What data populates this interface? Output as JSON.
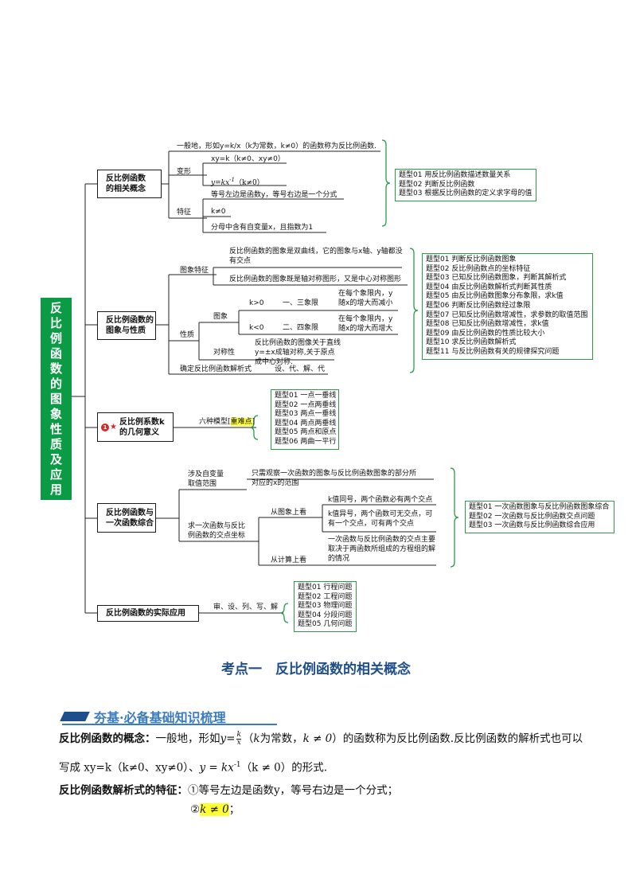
{
  "root": "反比例函数的图象性质及应用",
  "b1": {
    "title_line1": "反比例函数",
    "title_line2": "的相关概念",
    "def": "一般地，形如y=k/x（k为常数，k≠0）的函数称为反比例函数.",
    "bianxing": "变形",
    "form1": "xy=k（k≠0、xy≠0）",
    "form2_main": "y=kx",
    "form2_sup": "-1",
    "form2_cond": "（k≠0）",
    "tezheng": "特征",
    "feat1": "等号左边是函数y，等号右边是一个分式",
    "feat2": "k≠0",
    "feat3": "分母中含有自变量x，且指数为1",
    "types": [
      "题型01 用反比例函数描述数量关系",
      "题型02 判断反比例函数",
      "题型03 根据反比例函数的定义求字母的值"
    ]
  },
  "b2": {
    "title_line1": "反比例函数的",
    "title_line2": "图象与性质",
    "tuxiang_tezheng": "图象特征",
    "t1": "反比例函数的图象是双曲线，它的图象与x轴、y轴都没有交点",
    "t2": "反比例函数的图象既是轴对称图形，又是中心对称图形",
    "xingzhi": "性质",
    "tuxiang": "图象",
    "k_pos": "k>0",
    "q13": "一、三象限",
    "desc_pos": "在每个象限内，y随x的增大而减小",
    "k_neg": "k<0",
    "q24": "二、四象限",
    "desc_neg": "在每个象限内，y随x的增大而增大",
    "duichen": "对称性",
    "sym": "反比例函数的图像关于直线y=±x成轴对称,关于原点成中心对称.",
    "queding": "确定反比例函数解析式",
    "steps": "设、代、解、代",
    "types": [
      "题型01 判断反比例函数图象",
      "题型02 反比例函数点的坐标特征",
      "题型03 已知反比例函数图象，判断其解析式",
      "题型04 由反比例函数解析式判断其性质",
      "题型05 由反比例函数图象分布象限，求k值",
      "题型06 判断反比例函数经过象限",
      "题型07 已知反比例函数增减性，求参数的取值范围",
      "题型08 已知反比例函数增减性，求k值",
      "题型09 由反比例函数的性质比较大小",
      "题型10 求反比例函数解析式",
      "题型11 与反比例函数有关的规律探究问题"
    ]
  },
  "b3": {
    "badge": "1",
    "star": "★",
    "title_line1": "反比例系数k",
    "title_line2": "的几何意义",
    "model_text": "六种模型",
    "model_tag": "重难点",
    "types": [
      "题型01 一点一垂线",
      "题型02 一点两垂线",
      "题型03 两点一垂线",
      "题型04 两点两垂线",
      "题型05 两点和原点",
      "题型06 两曲一平行"
    ]
  },
  "b4": {
    "title_line1": "反比例函数与",
    "title_line2": "一次函数综合",
    "a1_line1": "涉及自变量",
    "a1_line2": "取值范围",
    "a1_desc": "只需观察一次函数的图象与反比例函数图象的部分所对应的x的范围",
    "a2_line1": "求一次函数与反比",
    "a2_line2": "例函数的交点坐标",
    "from_graph": "从图象上看",
    "g1": "k值同号，两个函数必有两个交点",
    "g2": "k值异号，两个函数可无交点，可有一个交点，可有两个交点",
    "from_calc": "从计算上看",
    "c1": "一次函数与反比例函数的交点主要取决于两函数所组成的方程组的解的情况",
    "types": [
      "题型01 一次函数图象与反比例函数图象综合",
      "题型02 一次函数与反比例函数交点问题",
      "题型03 一次函数与反比例函数综合应用"
    ]
  },
  "b5": {
    "title": "反比例函数的实际应用",
    "steps": "审、设、列、写、解",
    "types": [
      "题型01 行程问题",
      "题型02 工程问题",
      "题型03 物理问题",
      "题型04 分段问题",
      "题型05 几何问题"
    ]
  },
  "section_title": "考点一　反比例函数的相关概念",
  "banner": "夯基·必备基础知识梳理",
  "concept": {
    "label": "反比例函数的概念：",
    "text1": "一般地，形如",
    "eq_y": "y",
    "eq_num": "k",
    "eq_den": "x",
    "text2": "（",
    "k_italic": "k",
    "text3": "为常数，",
    "k_cond": "k ≠ 0",
    "text4": "）的函数称为反比例函数.反比例函数的解析式也可以",
    "line2_a": "写成 xy=k（k≠0、xy≠0）、",
    "line2_eq": "y = kx",
    "line2_sup": "-1",
    "line2_b": "（k ≠ 0）的形式."
  },
  "features": {
    "label": "反比例函数解析式的特征：",
    "f1": "①等号左边是函数y，等号右边是一个分式；",
    "f2_prefix": "②",
    "f2_hl": "k ≠ 0",
    "f2_suffix": "；"
  },
  "colors": {
    "root_bg": "#0b9b44",
    "bracket": "#2e9b4c",
    "highlight": "#ffff33",
    "title_blue": "#1f4e8c",
    "banner_blue": "#3a7bc1"
  }
}
